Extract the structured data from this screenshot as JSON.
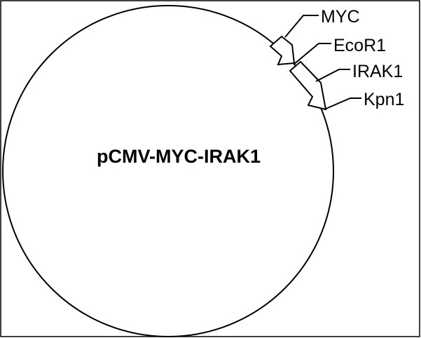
{
  "plasmid": {
    "name": "pCMV-MYC-IRAK1"
  },
  "features": {
    "myc": {
      "label": "MYC"
    },
    "irak1": {
      "label": "IRAK1"
    }
  },
  "sites": {
    "ecor1": {
      "label": "EcoR1"
    },
    "kpn1": {
      "label": "Kpn1"
    }
  }
}
